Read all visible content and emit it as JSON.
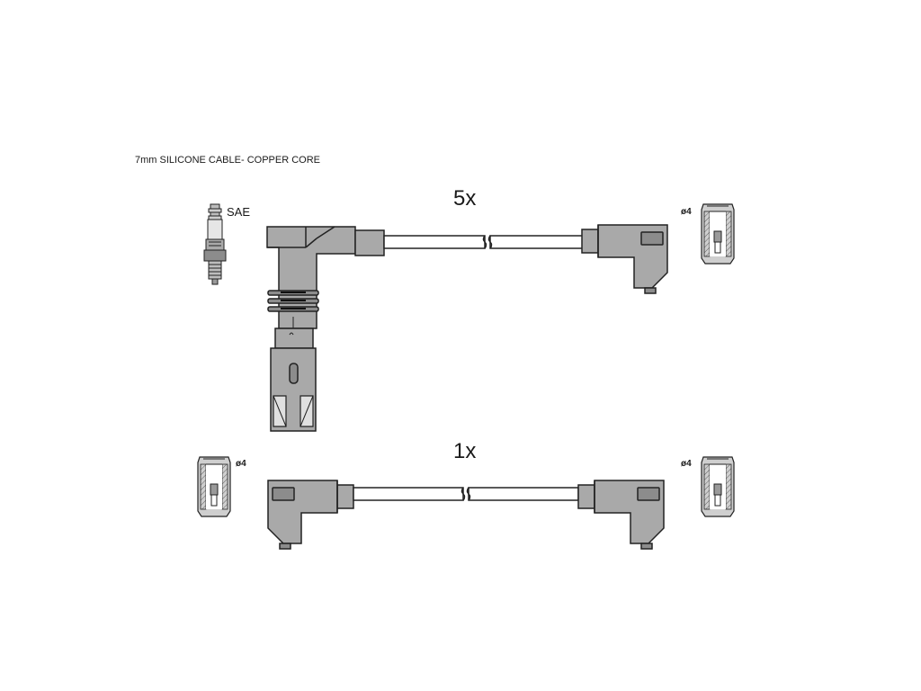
{
  "caption": "7mm SILICONE CABLE- COPPER CORE",
  "top_set": {
    "quantity": "5x"
  },
  "bottom_set": {
    "quantity": "1x"
  },
  "labels": {
    "spark_plug_standard": "SAE",
    "terminal_diameter": "ø4"
  }
}
